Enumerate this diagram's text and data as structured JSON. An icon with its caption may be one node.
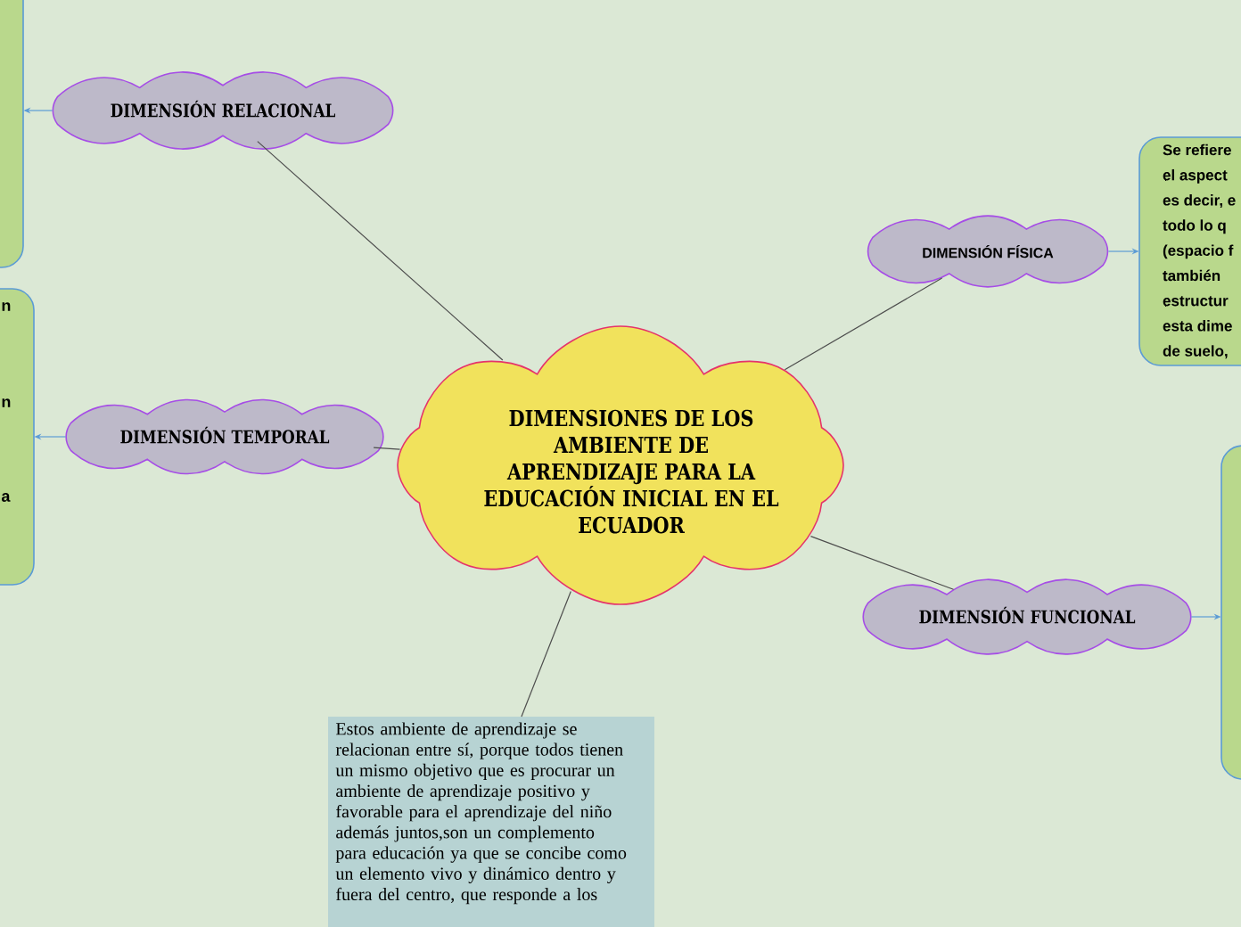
{
  "diagram": {
    "nodes": [
      {
        "text": [
          "DIMENSIONES DE LOS AMBIENTE DE APRENDIZAJE PARA LA EDUCACIÓN INICIAL EN EL ECUADOR"
        ]
      },
      {
        "text": [
          "DIMENSIÓN RELACIONAL"
        ]
      },
      {
        "text": [],
        "shape": "box"
      },
      {
        "text": [
          "DIMENSIÓN FÍSICA"
        ]
      },
      {
        "text": [
          "Se refiere el aspect es decir, e todo lo q (espacio f también estructur esta dime de suelo,"
        ]
      },
      {
        "text": [
          "DIMENSIÓN TEMPORAL"
        ]
      },
      {
        "text": [
          "n",
          "n",
          "a"
        ]
      },
      {
        "text": [
          "DIMENSIÓN FUNCIONAL"
        ]
      },
      {
        "text": [],
        "shape": "box"
      },
      {
        "text": [
          "Estos ambiente de aprendizaje se relacionan entre sí, porque todos tienen un mismo objetivo que es procurar un ambiente de aprendizaje positivo y favorable para el aprendizaje del niño además juntos,son un complemento para educación ya que se concibe como un elemento vivo y dinámico dentro y fuera del centro, que responde a los"
        ]
      }
    ],
    "edges": [
      {
        "from": 0,
        "to": 1,
        "arrow": "none"
      },
      {
        "from": 1,
        "to": 2,
        "arrow": "to",
        "color": "#5b9bd5"
      },
      {
        "from": 0,
        "to": 3,
        "arrow": "none"
      },
      {
        "from": 3,
        "to": 4,
        "arrow": "to",
        "color": "#5b9bd5"
      },
      {
        "from": 0,
        "to": 5,
        "arrow": "none"
      },
      {
        "from": 5,
        "to": 6,
        "arrow": "to",
        "color": "#5b9bd5"
      },
      {
        "from": 0,
        "to": 7,
        "arrow": "none"
      },
      {
        "from": 7,
        "to": 8,
        "arrow": "to",
        "color": "#5b9bd5"
      },
      {
        "from": 0,
        "to": 9,
        "arrow": "none"
      }
    ]
  }
}
